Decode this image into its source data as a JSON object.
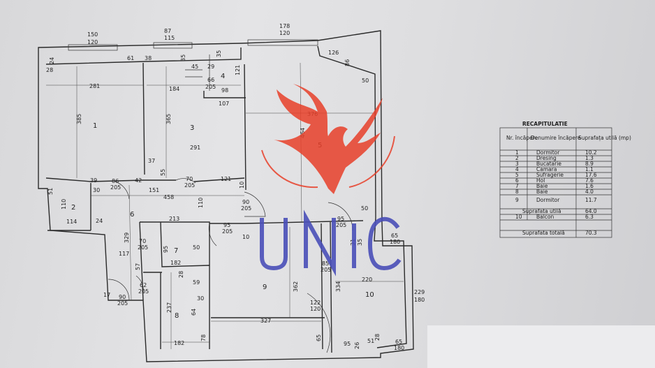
{
  "header_dims": [
    {
      "top": "150",
      "bottom": "120"
    },
    {
      "top": "87",
      "bottom": "115"
    },
    {
      "top": "178",
      "bottom": "120"
    }
  ],
  "room_numbers": [
    "1",
    "2",
    "3",
    "4",
    "5",
    "6",
    "7",
    "8",
    "9",
    "10"
  ],
  "dims": {
    "d24": "24",
    "d28": "28",
    "d61": "61",
    "d38": "38",
    "d35a": "35",
    "d35b": "35",
    "d45": "45",
    "d29": "29",
    "d126": "126",
    "d281": "281",
    "d184": "184",
    "d66": "66",
    "d205a": "205",
    "d98": "98",
    "d121a": "121",
    "d107": "107",
    "d86a": "86",
    "d50a": "50",
    "d376": "376",
    "d385": "385",
    "d365": "365",
    "d464": "464",
    "d291": "291",
    "d37": "37",
    "d55": "55",
    "d39": "39",
    "d42": "42",
    "d86b": "86",
    "d205b": "205",
    "d70a": "70",
    "d205c": "205",
    "d121b": "121",
    "d10a": "10",
    "d30a": "30",
    "d151": "151",
    "d458": "458",
    "d110a": "110",
    "d90a": "90",
    "d205d": "205",
    "d50b": "50",
    "d51": "51",
    "d110b": "110",
    "d114": "114",
    "d24b": "24",
    "d213": "213",
    "d95a": "95",
    "d205e": "205",
    "d95b": "95",
    "d205f": "205",
    "d10b": "10",
    "d65a": "65",
    "d180a": "180",
    "d329": "329",
    "d70b": "70",
    "d205g": "205",
    "d95c": "95",
    "d50c": "50",
    "d31": "31",
    "d35c": "35",
    "d117": "117",
    "d182a": "182",
    "d57": "57",
    "d85": "85",
    "d205h": "205",
    "d28b": "28",
    "d59": "59",
    "d62": "62",
    "d205i": "205",
    "d334": "334",
    "d220": "220",
    "d362": "362",
    "d229": "229",
    "d180b": "180",
    "d17": "17",
    "d90b": "90",
    "d205j": "205",
    "d30b": "30",
    "d237": "237",
    "d64": "64",
    "d327": "327",
    "d122": "122",
    "d120": "120",
    "d182b": "182",
    "d78": "78",
    "d65b": "65",
    "d95d": "95",
    "d26": "26",
    "d51b": "51",
    "d28c": "28",
    "d65c": "65",
    "d180c": "180"
  },
  "recap": {
    "title": "RECAPITULATIE",
    "headers": [
      "Nr. încăpere",
      "Denumire încăpere",
      "Suprafața utilă (mp)"
    ],
    "rows": [
      [
        "1",
        "Dormitor",
        "10.2"
      ],
      [
        "2",
        "Dresing",
        "1.3"
      ],
      [
        "3",
        "Bucatarie",
        "8.9"
      ],
      [
        "4",
        "Camara",
        "1.1"
      ],
      [
        "5",
        "Sufragerie",
        "17.6"
      ],
      [
        "6",
        "Hol",
        "7.6"
      ],
      [
        "7",
        "Baie",
        "1.6"
      ],
      [
        "8",
        "Baie",
        "4.0"
      ],
      [
        "9",
        "Dormitor",
        "11.7"
      ]
    ],
    "util_label": "Suprafata utilă",
    "util_value": "64.0",
    "balcon_nr": "10",
    "balcon_label": "Balcon",
    "balcon_value": "6.3",
    "total_label": "Suprafata totală",
    "total_value": "70.3"
  },
  "watermark": {
    "text": "UNIC",
    "colors": {
      "text": "#4a4fb8",
      "phoenix": "#e8402a"
    }
  }
}
